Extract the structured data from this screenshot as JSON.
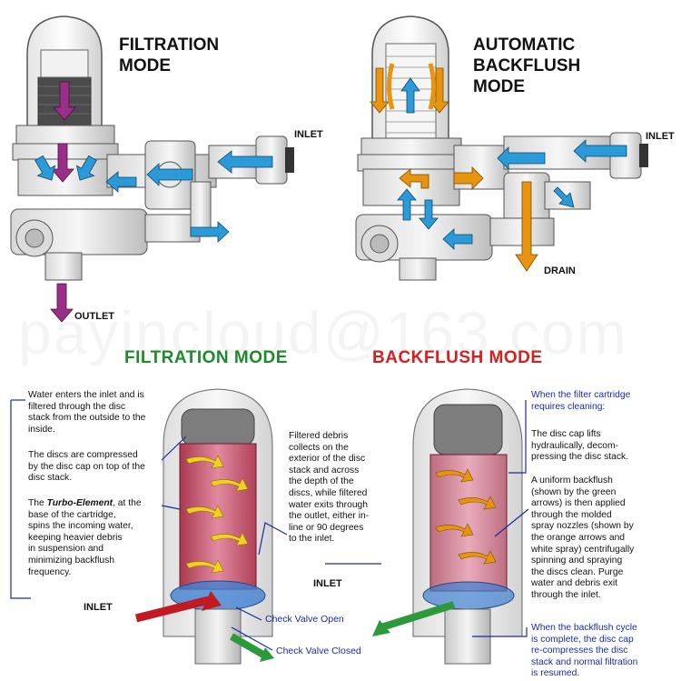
{
  "top": {
    "filtration_title_line1": "FILTRATION",
    "filtration_title_line2": "MODE",
    "backflush_title_line1": "AUTOMATIC BACKFLUSH",
    "backflush_title_line2": "MODE",
    "inlet_label_left": "INLET",
    "inlet_label_right": "INLET",
    "outlet_label": "OUTLET",
    "drain_label": "DRAIN"
  },
  "watermark": "payincloud@163.com",
  "bottom": {
    "filtration_heading": "FILTRATION MODE",
    "backflush_heading": "BACKFLUSH MODE",
    "left_notes": [
      "Water enters the inlet and is",
      "filtered through the disc",
      "stack from the outside to the",
      "inside."
    ],
    "left_notes2": [
      "The discs are compressed",
      "by the disc cap on top of the",
      "disc stack."
    ],
    "turbo_prefix": "The ",
    "turbo_name": "Turbo-Element",
    "turbo_suffix": ", at the",
    "turbo_lines": [
      "base of the cartridge,",
      "spins the incoming water,",
      "keeping heavier debris",
      "in suspension and",
      "minimizing backflush",
      "frequency."
    ],
    "middle_notes": [
      "Filtered debris",
      "collects on the",
      "exterior of the disc",
      "stack and across",
      "the depth of the",
      "discs, while filtered",
      "water exits through",
      "the outlet, either in-",
      "line or 90 degrees",
      "to the inlet."
    ],
    "right_notes_a": [
      "When the filter cartridge",
      "requires cleaning:"
    ],
    "right_notes_b": [
      "The disc cap lifts",
      "hydraulically, decom-",
      "pressing the disc stack."
    ],
    "right_notes_c": [
      "A uniform backflush",
      "(shown by the green",
      "arrows) is then applied",
      "through the molded",
      "spray nozzles (shown by",
      "the orange arrows and",
      "white spray) centrifugally",
      "spinning and spraying",
      "the discs clean.  Purge",
      "water and debris exit",
      "through the inlet."
    ],
    "right_notes_d": [
      "When the backflush cycle",
      "is complete, the disc cap",
      "re-compresses the disc",
      "stack and normal filtration",
      "is resumed."
    ],
    "inlet_left": "INLET",
    "inlet_right": "INLET",
    "check_valve_open": "Check Valve Open",
    "check_valve_closed": "Check Valve Closed"
  },
  "colors": {
    "filtration_heading": "#1e8a2a",
    "backflush_heading": "#d42020",
    "blue_arrow": "#2b9ad6",
    "orange_arrow": "#e8940f",
    "purple_arrow": "#9a2f8a",
    "callout_blue": "#1a2aa8"
  }
}
